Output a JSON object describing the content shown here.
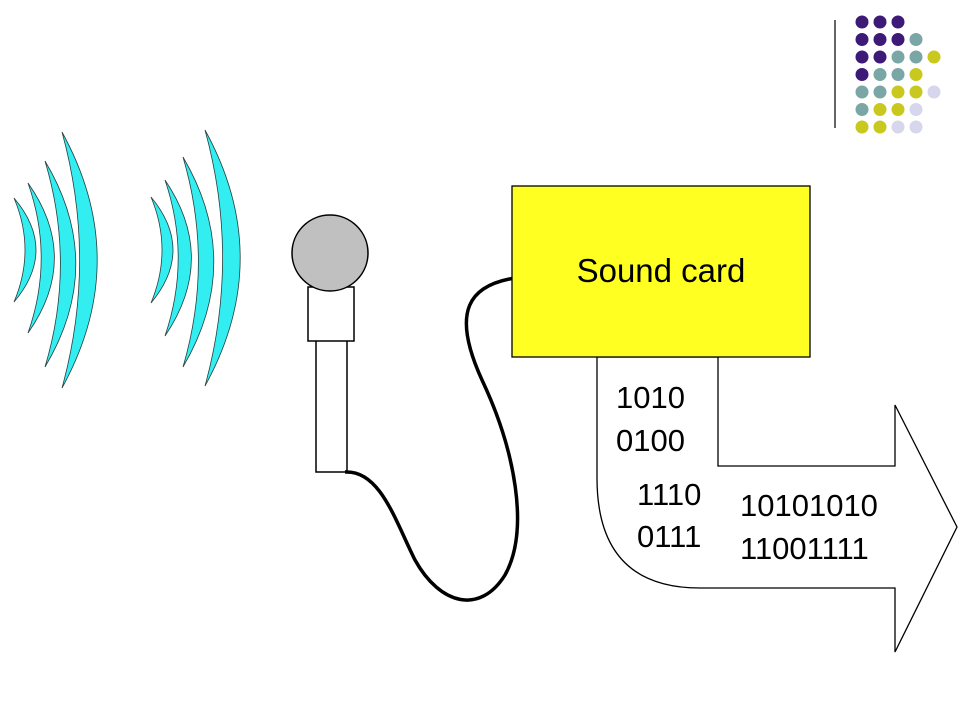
{
  "sound_card": {
    "label": "Sound card"
  },
  "binary": {
    "upper": [
      "1010",
      "0100"
    ],
    "middle": [
      "1110",
      "0111"
    ],
    "right": [
      "10101010",
      "11001111"
    ]
  },
  "colors": {
    "waves": "#33eef0",
    "sound_card_fill": "#ffff22",
    "microphone_head": "#c0c0c0",
    "cable": "#000000",
    "deco_purple": "#3d1a78",
    "deco_teal": "#7aa6a6",
    "deco_yellow": "#c8c81e",
    "deco_lavender": "#d6d6ec"
  }
}
